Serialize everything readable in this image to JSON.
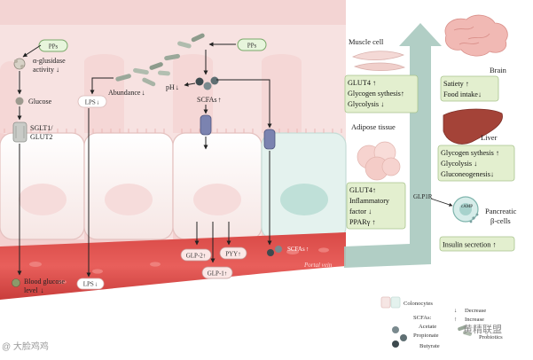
{
  "labels": {
    "pps": "PPs",
    "alpha_glucosidase_1": "α-glusidase",
    "alpha_glucosidase_2": "activity",
    "glucose": "Glucose",
    "sglt1_1": "SGLT1/",
    "sglt1_2": "GLUT2",
    "blood_glucose_1": "Blood glucose",
    "blood_glucose_2": "level",
    "lps_top": "LPS",
    "lps_bottom": "LPS",
    "abundance": "Abundance",
    "ph": "pH",
    "scfas_top": "SCFAs",
    "scfas_vein": "SCFAs",
    "glp2": "GLP-2",
    "pyy": "PYY",
    "glp1": "GLP-1",
    "portal_vein": "Portal vein",
    "glp1r": "GLP1R",
    "camp": "cAMP"
  },
  "organs": {
    "muscle": "Muscle cell",
    "adipose": "Adipose tissue",
    "brain": "Brain",
    "liver": "Liver",
    "pancreatic_1": "Pancreatic",
    "pancreatic_2": "β-cells"
  },
  "boxes": {
    "muscle": [
      "GLUT4 ↑",
      "Glycogen sythesis↑",
      "Glycolysis ↓"
    ],
    "adipose": [
      "GLUT4↑",
      "Inflammatory",
      "factor ↓",
      "PPARγ ↑"
    ],
    "brain": [
      "Satiety ↑",
      "Food intake↓"
    ],
    "liver": [
      "Glycogen sythesis ↑",
      "Glycolysis ↓",
      "Gluconeogenesis↓"
    ],
    "insulin": "Insulin secretion ↑"
  },
  "legend": {
    "colonocytes": "Colonocytes",
    "decrease": "Decrease",
    "increase": "Increase",
    "scfas": "SCFAs:",
    "acetate": "Acetate",
    "propionate": "Propionate",
    "butyrate": "Butyrate",
    "probiotics": "Probiotics",
    "decrease_symbol": "↓",
    "increase_symbol": "↑"
  },
  "watermarks": {
    "left": "@ 大脸鸡鸡",
    "right": "黄精联盟"
  },
  "colors": {
    "lumen": "#f6dede",
    "villus_wall": "#f3c9c8",
    "cell": "#f9eeec",
    "vein": "#e1514e",
    "green_box": "#e3efcf",
    "green_box_border": "#a9c48e",
    "arrow_teal": "#aac9c0",
    "pill_fill": "#e7f5dc",
    "pill_stroke": "#7aa86a",
    "transporter": "#7b83b0"
  }
}
